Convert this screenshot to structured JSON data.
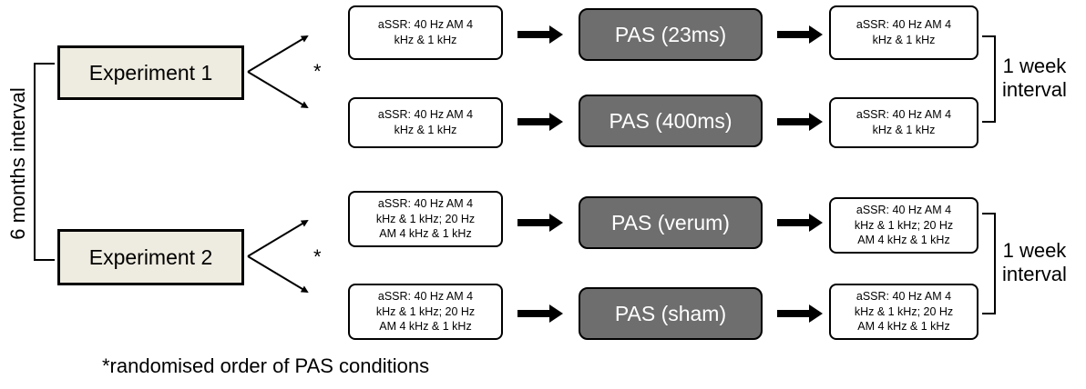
{
  "experiments": [
    {
      "label": "Experiment  1"
    },
    {
      "label": "Experiment  2"
    }
  ],
  "interval_left": "6 months interval",
  "asterisk": "*",
  "rows": [
    {
      "pre": "aSSR: 40 Hz AM 4\nkHz & 1 kHz",
      "pas": "PAS  (23ms)",
      "post": "aSSR: 40 Hz AM 4\nkHz & 1 kHz"
    },
    {
      "pre": "aSSR: 40 Hz AM 4\nkHz & 1 kHz",
      "pas": "PAS  (400ms)",
      "post": "aSSR: 40 Hz AM 4\nkHz & 1 kHz"
    },
    {
      "pre": "aSSR: 40 Hz AM 4\nkHz & 1 kHz; 20 Hz\nAM 4 kHz & 1 kHz",
      "pas": "PAS  (verum)",
      "post": "aSSR: 40 Hz AM 4\nkHz & 1 kHz; 20 Hz\nAM 4 kHz & 1 kHz"
    },
    {
      "pre": "aSSR: 40 Hz AM 4\nkHz & 1 kHz; 20 Hz\nAM 4 kHz & 1 kHz",
      "pas": "PAS  (sham)",
      "post": "aSSR: 40 Hz AM 4\nkHz & 1 kHz; 20 Hz\nAM 4 kHz & 1 kHz"
    }
  ],
  "week_intervals": [
    {
      "line1": "1 week",
      "line2": "interval"
    },
    {
      "line1": "1 week",
      "line2": "interval"
    }
  ],
  "footnote": "*randomised  order of PAS conditions"
}
